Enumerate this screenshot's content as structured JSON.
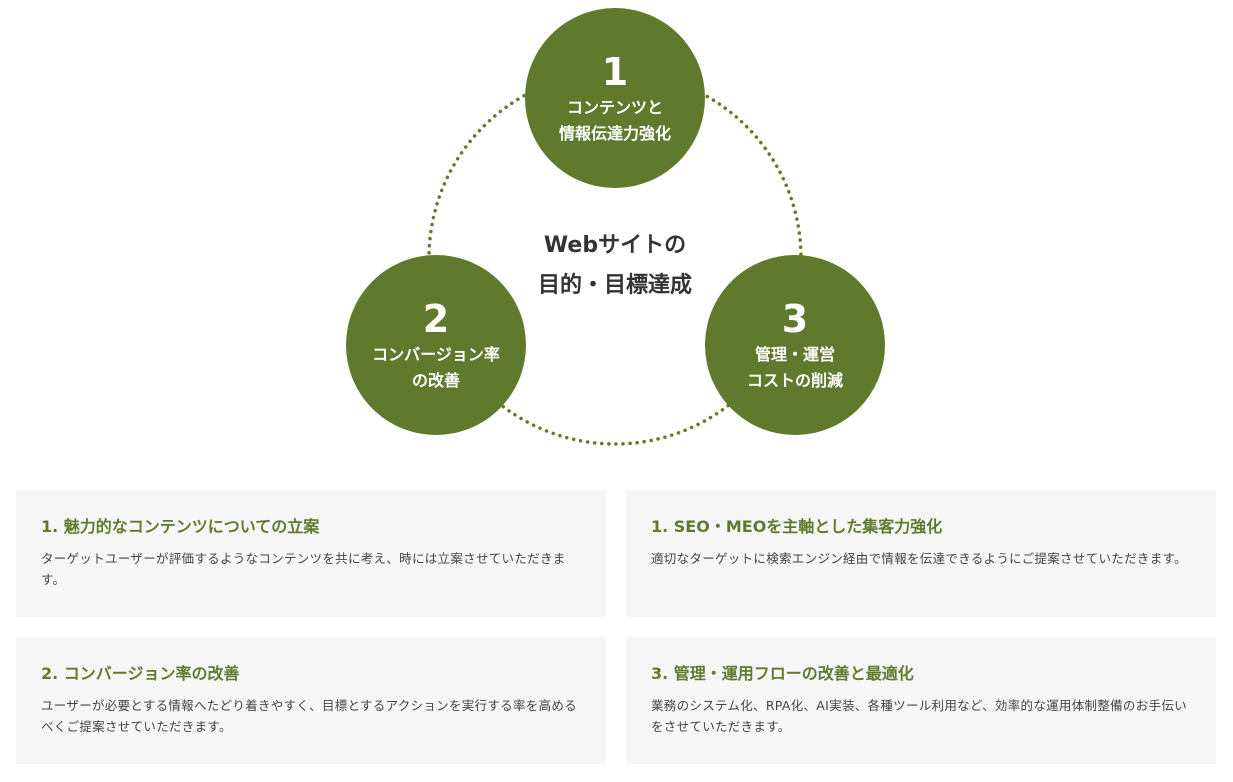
{
  "colors": {
    "accent": "#607a2d",
    "card_bg": "#f6f6f6"
  },
  "diagram": {
    "center_title": "Webサイトの\n目的・目標達成",
    "circles": [
      {
        "number": "1",
        "label": "コンテンツと\n情報伝達力強化"
      },
      {
        "number": "2",
        "label": "コンバージョン率\nの改善"
      },
      {
        "number": "3",
        "label": "管理・運営\nコストの削減"
      }
    ]
  },
  "cards": [
    {
      "title": "1. 魅力的なコンテンツについての立案",
      "text": "ターゲットユーザーが評価するようなコンテンツを共に考え、時には立案させていただきます。"
    },
    {
      "title": "1. SEO・MEOを主軸とした集客力強化",
      "text": "適切なターゲットに検索エンジン経由で情報を伝達できるようにご提案させていただきます。"
    },
    {
      "title": "2. コンバージョン率の改善",
      "text": "ユーザーが必要とする情報へたどり着きやすく、目標とするアクションを実行する率を高めるべくご提案させていただきます。"
    },
    {
      "title": "3. 管理・運用フローの改善と最適化",
      "text": "業務のシステム化、RPA化、AI実装、各種ツール利用など、効率的な運用体制整備のお手伝いをさせていただきます。"
    }
  ]
}
